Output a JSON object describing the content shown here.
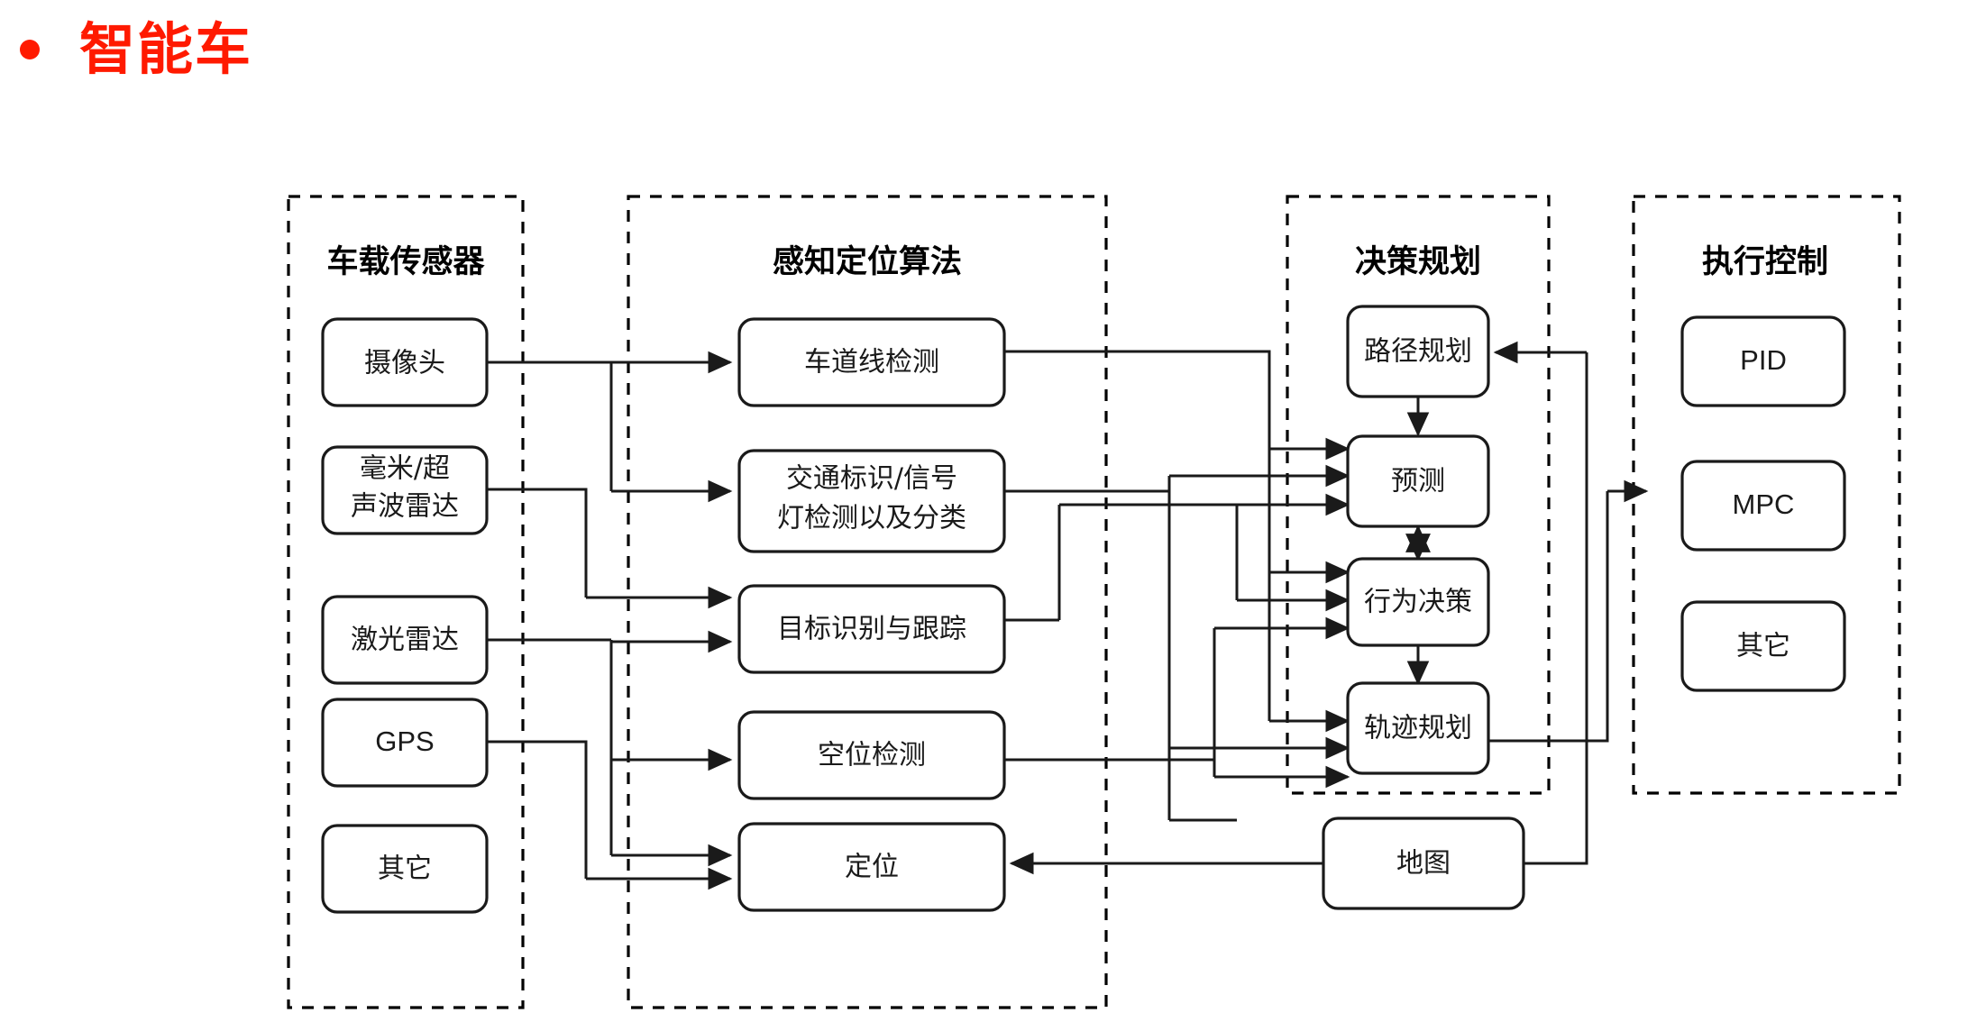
{
  "slide": {
    "bullet_icon": "bullet-dot",
    "title": "智能车",
    "title_color": "#FF1A00",
    "background": "#FFFFFF"
  },
  "diagram": {
    "type": "block-flow-diagram",
    "groups": [
      {
        "id": "sensors",
        "title": "车载传感器"
      },
      {
        "id": "perception",
        "title": "感知定位算法"
      },
      {
        "id": "planning",
        "title": "决策规划"
      },
      {
        "id": "control",
        "title": "执行控制"
      }
    ],
    "nodes": {
      "camera": "摄像头",
      "radar_l1": "毫米/超",
      "radar_l2": "声波雷达",
      "lidar": "激光雷达",
      "gps": "GPS",
      "sensor_other": "其它",
      "lane_det": "车道线检测",
      "sign_l1": "交通标识/信号",
      "sign_l2": "灯检测以及分类",
      "obj_track": "目标识别与跟踪",
      "slot_det": "空位检测",
      "localization": "定位",
      "route_plan": "路径规划",
      "prediction": "预测",
      "behavior": "行为决策",
      "traj_plan": "轨迹规划",
      "map": "地图",
      "pid": "PID",
      "mpc": "MPC",
      "ctrl_other": "其它"
    },
    "edges": [
      {
        "from": "camera",
        "to": "lane_det"
      },
      {
        "from": "camera",
        "to": "sign_det"
      },
      {
        "from": "radar",
        "to": "obj_track"
      },
      {
        "from": "lidar",
        "to": "obj_track"
      },
      {
        "from": "lidar",
        "to": "slot_det"
      },
      {
        "from": "lidar",
        "to": "localization"
      },
      {
        "from": "gps",
        "to": "localization"
      },
      {
        "from": "lane_det",
        "to": "prediction"
      },
      {
        "from": "lane_det",
        "to": "behavior"
      },
      {
        "from": "lane_det",
        "to": "traj_plan"
      },
      {
        "from": "sign_det",
        "to": "prediction"
      },
      {
        "from": "sign_det",
        "to": "behavior"
      },
      {
        "from": "obj_track",
        "to": "prediction"
      },
      {
        "from": "obj_track",
        "to": "behavior"
      },
      {
        "from": "obj_track",
        "to": "traj_plan"
      },
      {
        "from": "slot_det",
        "to": "traj_plan"
      },
      {
        "from": "route_plan",
        "to": "prediction"
      },
      {
        "from": "prediction",
        "to": "behavior",
        "bidirectional": true
      },
      {
        "from": "behavior",
        "to": "traj_plan"
      },
      {
        "from": "traj_plan",
        "to": "control"
      },
      {
        "from": "map",
        "to": "localization"
      },
      {
        "from": "map",
        "to": "route_plan"
      }
    ]
  }
}
